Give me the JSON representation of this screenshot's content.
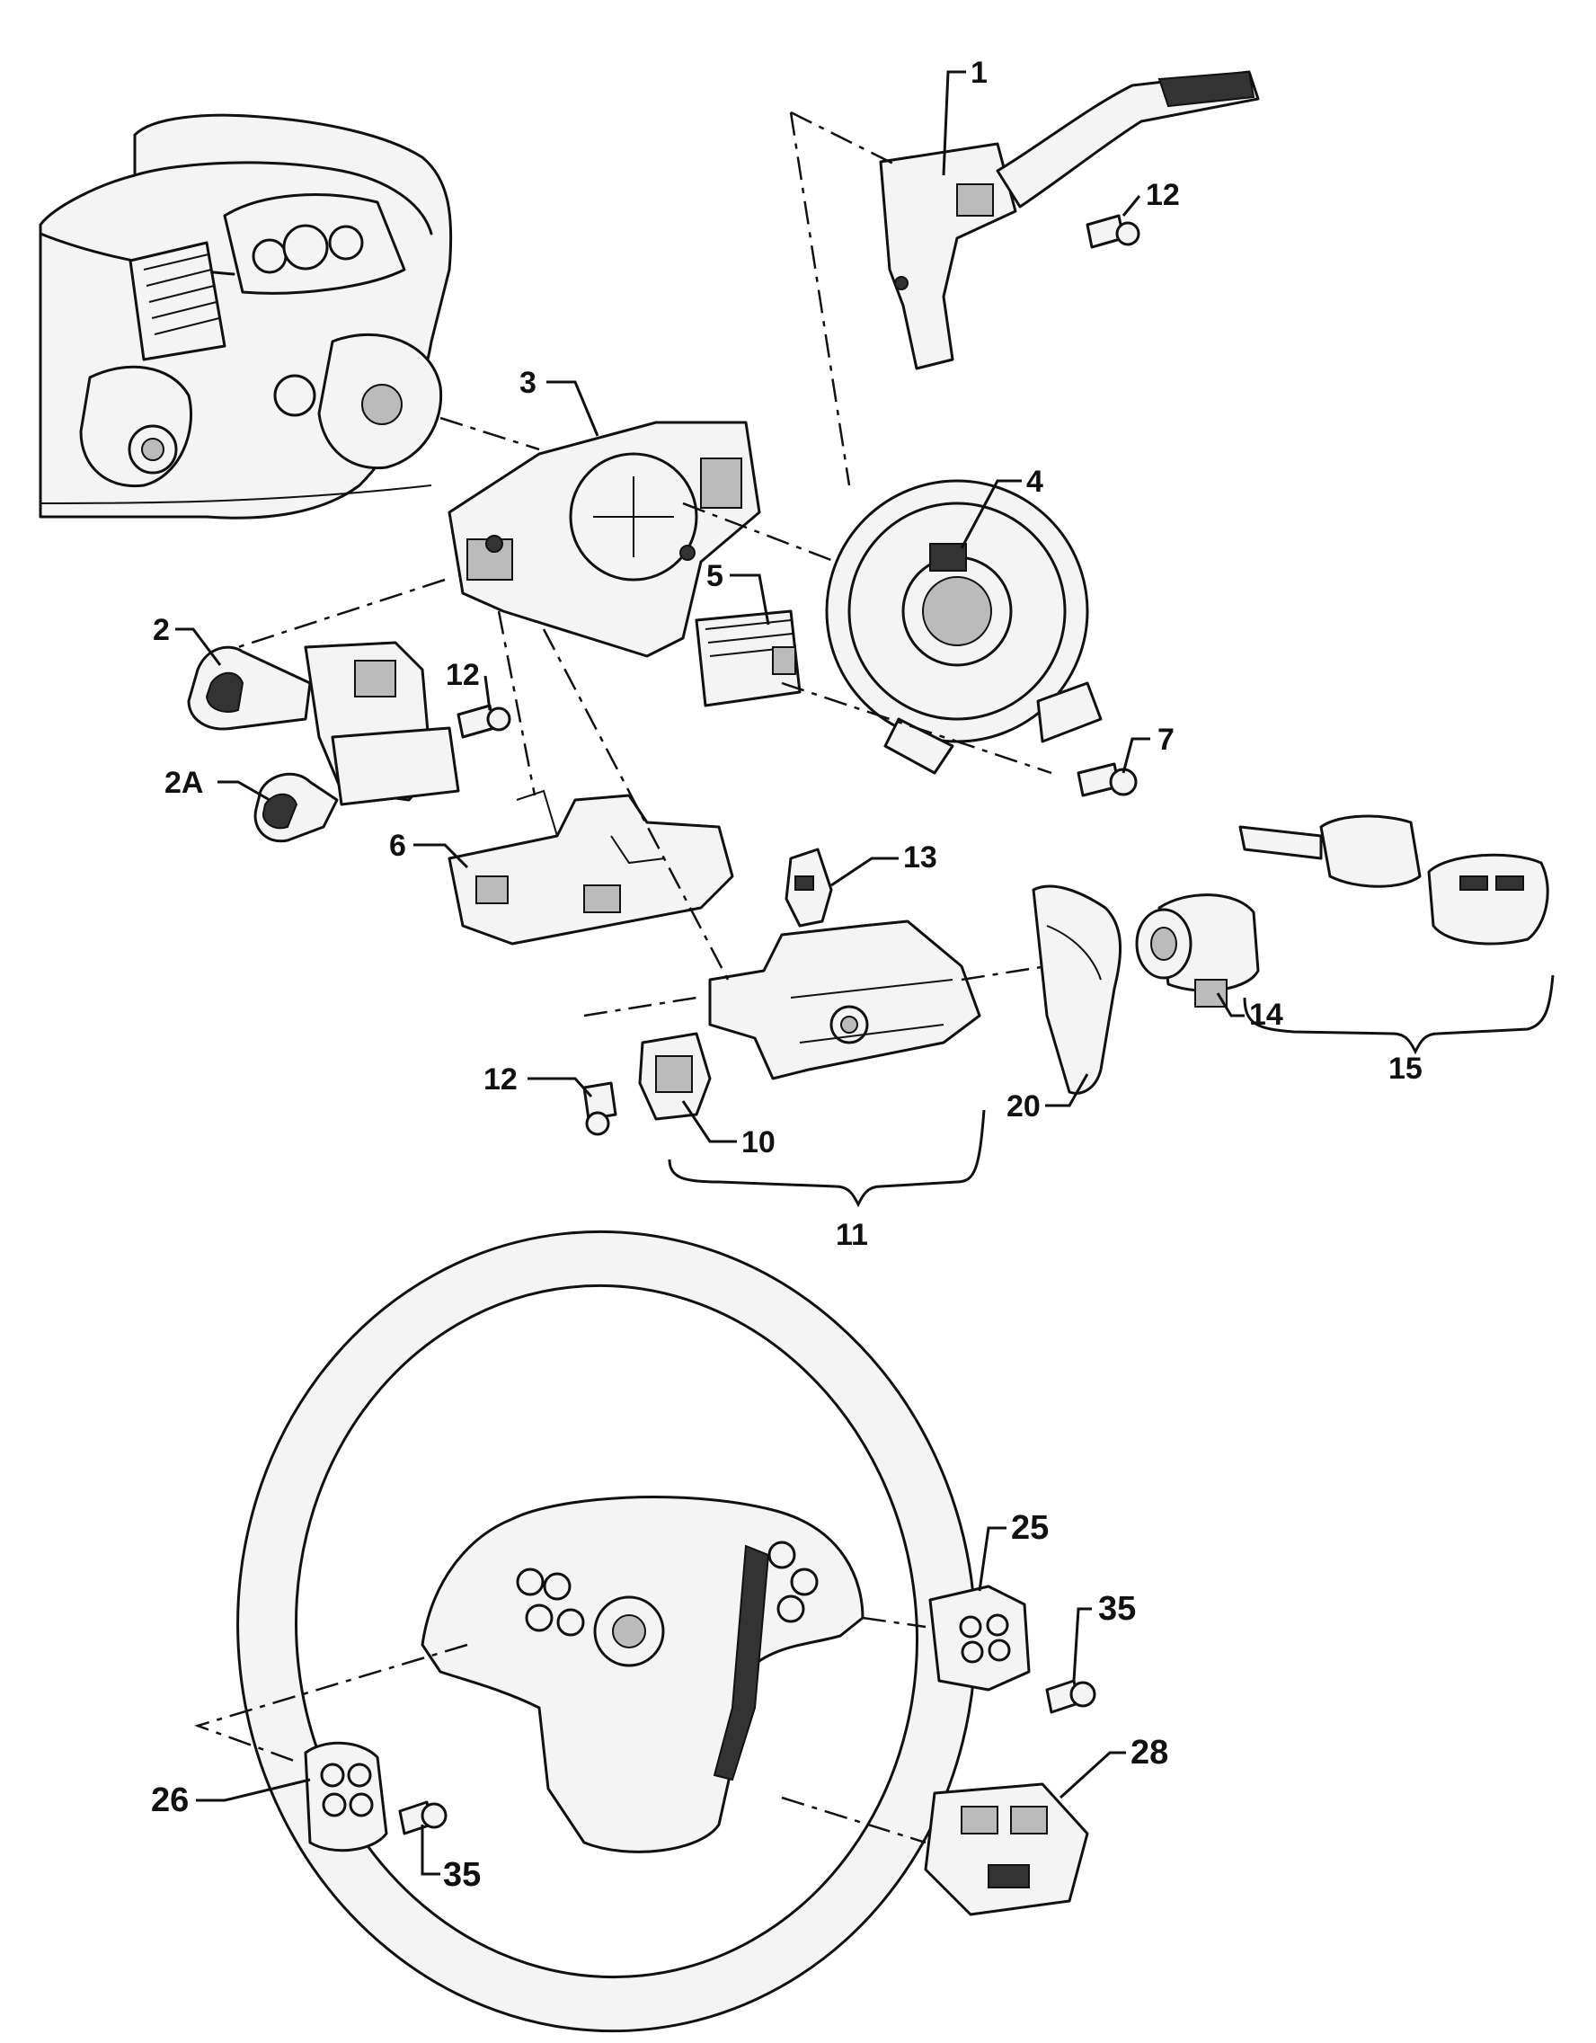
{
  "callouts": {
    "c1": "1",
    "c2": "2",
    "c2a": "2A",
    "c3": "3",
    "c4": "4",
    "c5": "5",
    "c6": "6",
    "c7": "7",
    "c10": "10",
    "c11": "11",
    "c12a": "12",
    "c12b": "12",
    "c12c": "12",
    "c13": "13",
    "c14": "14",
    "c15": "15",
    "c20": "20",
    "c25": "25",
    "c26": "26",
    "c28": "28",
    "c35a": "35",
    "c35b": "35"
  }
}
